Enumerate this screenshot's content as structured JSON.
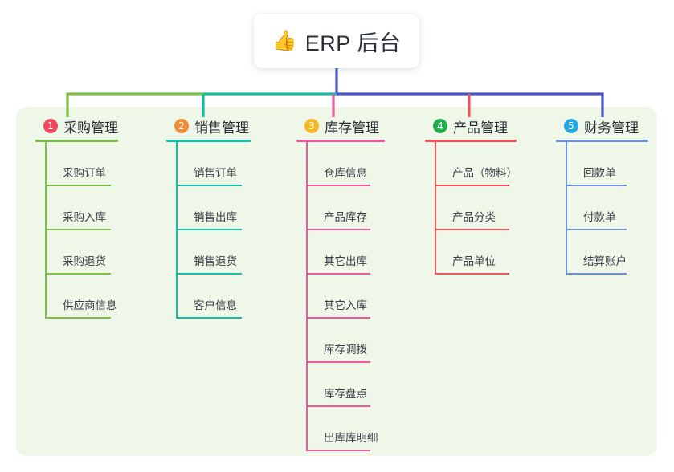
{
  "diagram": {
    "type": "org-tree",
    "root": {
      "icon": "thumbs-up-icon",
      "icon_glyph": "👍",
      "label": "ERP 后台"
    },
    "panel_color": "#eff7e9",
    "trunk_color": "#4456c8",
    "columns": [
      {
        "number": "1",
        "title": "采购管理",
        "badge_color": "#f0465f",
        "line_color": "#7cbf4a",
        "connector_color": "#7cbf4a",
        "items": [
          {
            "label": "采购订单"
          },
          {
            "label": "采购入库"
          },
          {
            "label": "采购退货"
          },
          {
            "label": "供应商信息"
          }
        ]
      },
      {
        "number": "2",
        "title": "销售管理",
        "badge_color": "#f08b35",
        "line_color": "#16bfa5",
        "connector_color": "#12bda3",
        "items": [
          {
            "label": "销售订单"
          },
          {
            "label": "销售出库"
          },
          {
            "label": "销售退货"
          },
          {
            "label": "客户信息"
          }
        ]
      },
      {
        "number": "3",
        "title": "库存管理",
        "badge_color": "#f5b723",
        "line_color": "#ec5aa0",
        "connector_color": "#ec5aa0",
        "items": [
          {
            "label": "仓库信息"
          },
          {
            "label": "产品库存"
          },
          {
            "label": "其它出库"
          },
          {
            "label": "其它入库"
          },
          {
            "label": "库存调拨"
          },
          {
            "label": "库存盘点"
          },
          {
            "label": "出库库明细"
          }
        ]
      },
      {
        "number": "4",
        "title": "产品管理",
        "badge_color": "#23ad4e",
        "line_color": "#f2545b",
        "connector_color": "#f2545b",
        "items": [
          {
            "label": "产品（物料）"
          },
          {
            "label": "产品分类"
          },
          {
            "label": "产品单位"
          }
        ]
      },
      {
        "number": "5",
        "title": "财务管理",
        "badge_color": "#22a7e0",
        "line_color": "#6e8fd8",
        "connector_color": "#4456c8",
        "items": [
          {
            "label": "回款单"
          },
          {
            "label": "付款单"
          },
          {
            "label": "结算账户"
          }
        ]
      }
    ]
  }
}
